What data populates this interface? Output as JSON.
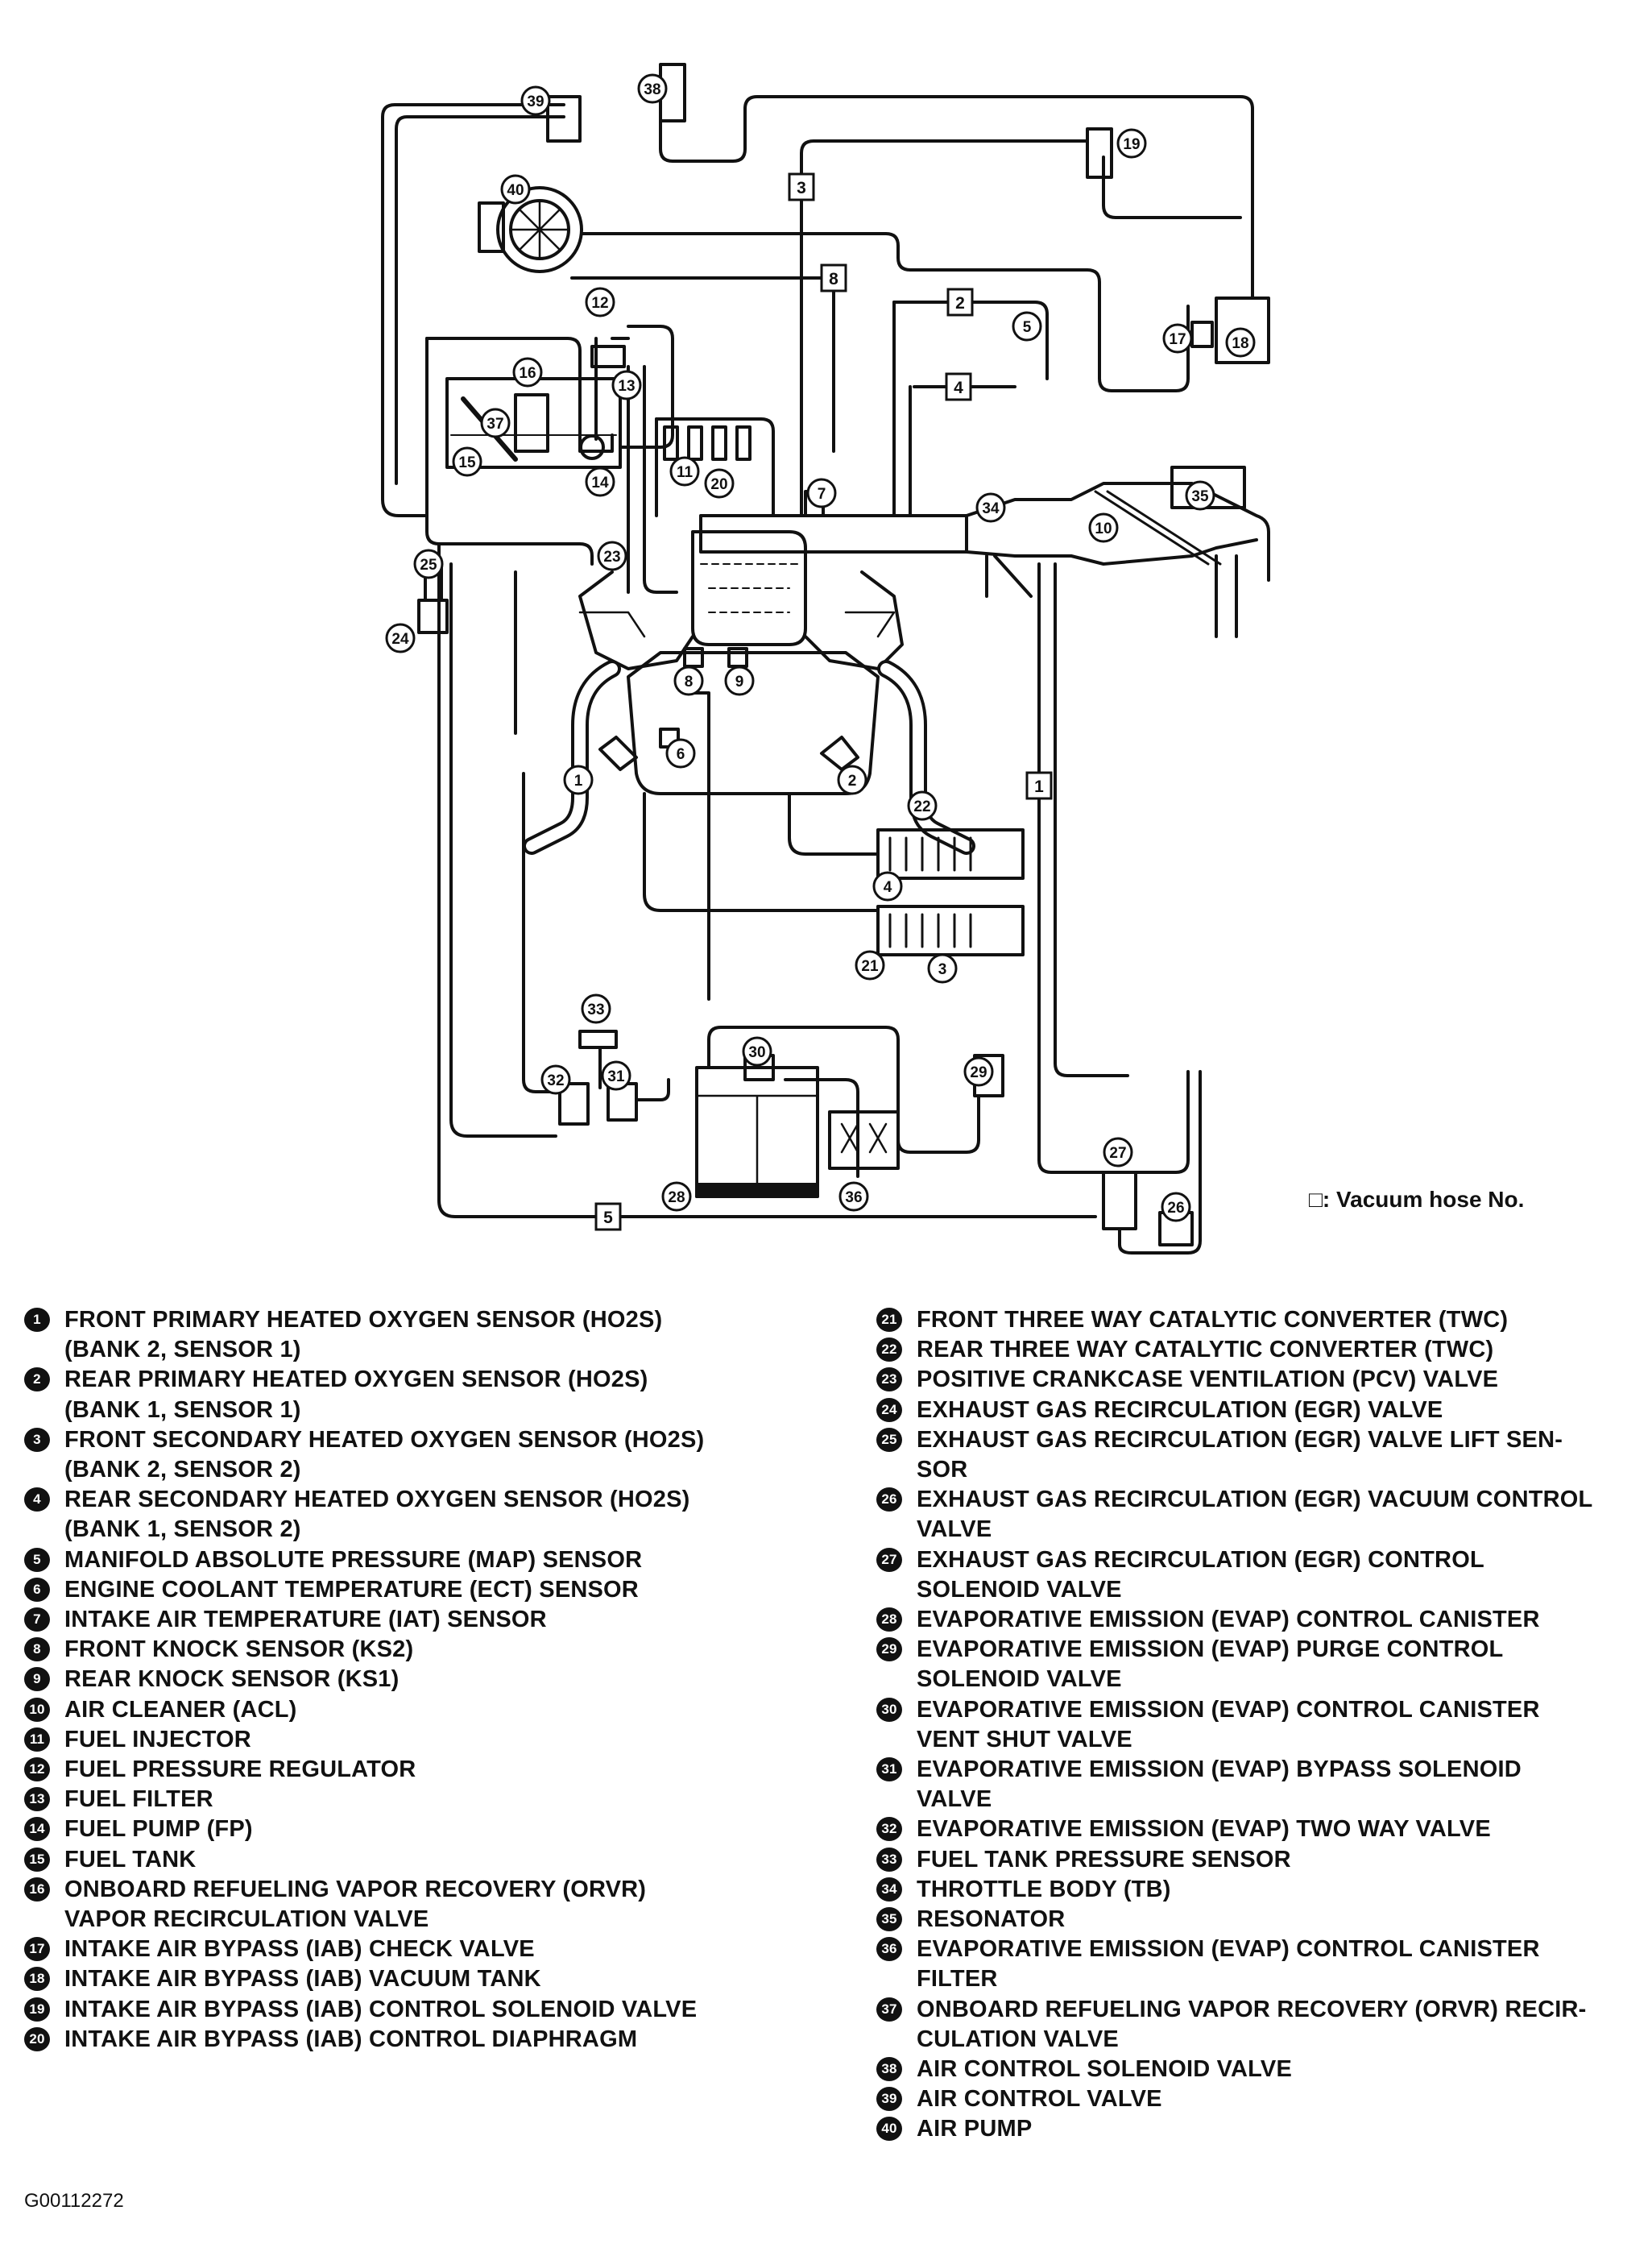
{
  "figure_id": "G00112272",
  "legend_note": "□: Vacuum hose No.",
  "vacuum_hoses": [
    "1",
    "2",
    "3",
    "4",
    "5",
    "8"
  ],
  "components_left": [
    {
      "num": "1",
      "text": "FRONT PRIMARY HEATED OXYGEN SENSOR (HO2S)\n(BANK 2, SENSOR 1)"
    },
    {
      "num": "2",
      "text": "REAR PRIMARY HEATED OXYGEN SENSOR (HO2S)\n(BANK 1, SENSOR 1)"
    },
    {
      "num": "3",
      "text": "FRONT SECONDARY HEATED OXYGEN SENSOR (HO2S)\n(BANK 2, SENSOR 2)"
    },
    {
      "num": "4",
      "text": "REAR SECONDARY HEATED OXYGEN SENSOR (HO2S)\n(BANK 1, SENSOR 2)"
    },
    {
      "num": "5",
      "text": "MANIFOLD ABSOLUTE PRESSURE (MAP) SENSOR"
    },
    {
      "num": "6",
      "text": "ENGINE COOLANT TEMPERATURE (ECT) SENSOR"
    },
    {
      "num": "7",
      "text": "INTAKE AIR TEMPERATURE (IAT) SENSOR"
    },
    {
      "num": "8",
      "text": "FRONT KNOCK SENSOR (KS2)"
    },
    {
      "num": "9",
      "text": "REAR KNOCK SENSOR (KS1)"
    },
    {
      "num": "10",
      "text": "AIR CLEANER (ACL)"
    },
    {
      "num": "11",
      "text": "FUEL INJECTOR"
    },
    {
      "num": "12",
      "text": "FUEL PRESSURE REGULATOR"
    },
    {
      "num": "13",
      "text": "FUEL FILTER"
    },
    {
      "num": "14",
      "text": "FUEL PUMP (FP)"
    },
    {
      "num": "15",
      "text": "FUEL TANK"
    },
    {
      "num": "16",
      "text": "ONBOARD REFUELING VAPOR RECOVERY (ORVR)\nVAPOR RECIRCULATION VALVE"
    },
    {
      "num": "17",
      "text": "INTAKE AIR BYPASS (IAB) CHECK VALVE"
    },
    {
      "num": "18",
      "text": "INTAKE AIR BYPASS (IAB) VACUUM TANK"
    },
    {
      "num": "19",
      "text": "INTAKE AIR BYPASS (IAB) CONTROL SOLENOID VALVE"
    },
    {
      "num": "20",
      "text": "INTAKE AIR BYPASS (IAB) CONTROL DIAPHRAGM"
    }
  ],
  "components_right": [
    {
      "num": "21",
      "text": "FRONT THREE WAY CATALYTIC CONVERTER (TWC)"
    },
    {
      "num": "22",
      "text": "REAR THREE WAY CATALYTIC CONVERTER (TWC)"
    },
    {
      "num": "23",
      "text": "POSITIVE CRANKCASE VENTILATION (PCV) VALVE"
    },
    {
      "num": "24",
      "text": "EXHAUST GAS RECIRCULATION (EGR) VALVE"
    },
    {
      "num": "25",
      "text": "EXHAUST GAS RECIRCULATION (EGR) VALVE LIFT SEN-\nSOR"
    },
    {
      "num": "26",
      "text": "EXHAUST GAS RECIRCULATION (EGR) VACUUM CONTROL\nVALVE"
    },
    {
      "num": "27",
      "text": "EXHAUST GAS RECIRCULATION (EGR) CONTROL\nSOLENOID VALVE"
    },
    {
      "num": "28",
      "text": "EVAPORATIVE EMISSION (EVAP) CONTROL CANISTER"
    },
    {
      "num": "29",
      "text": "EVAPORATIVE EMISSION (EVAP) PURGE CONTROL\nSOLENOID VALVE"
    },
    {
      "num": "30",
      "text": "EVAPORATIVE EMISSION (EVAP) CONTROL CANISTER\nVENT SHUT VALVE"
    },
    {
      "num": "31",
      "text": "EVAPORATIVE EMISSION (EVAP) BYPASS SOLENOID\nVALVE"
    },
    {
      "num": "32",
      "text": "EVAPORATIVE EMISSION (EVAP) TWO WAY VALVE"
    },
    {
      "num": "33",
      "text": "FUEL TANK PRESSURE SENSOR"
    },
    {
      "num": "34",
      "text": "THROTTLE BODY (TB)"
    },
    {
      "num": "35",
      "text": "RESONATOR"
    },
    {
      "num": "36",
      "text": "EVAPORATIVE EMISSION (EVAP) CONTROL CANISTER\nFILTER"
    },
    {
      "num": "37",
      "text": "ONBOARD REFUELING VAPOR RECOVERY (ORVR) RECIR-\nCULATION VALVE"
    },
    {
      "num": "38",
      "text": "AIR CONTROL SOLENOID VALVE"
    },
    {
      "num": "39",
      "text": "AIR CONTROL VALVE"
    },
    {
      "num": "40",
      "text": "AIR PUMP"
    }
  ]
}
